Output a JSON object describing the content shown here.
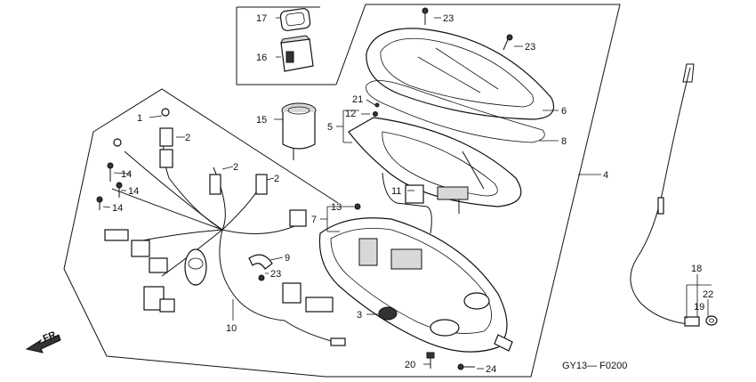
{
  "diagram_code": "GY13— F0200",
  "direction_label": "FR.",
  "callouts": [
    {
      "num": "1"
    },
    {
      "num": "2"
    },
    {
      "num": "2"
    },
    {
      "num": "2"
    },
    {
      "num": "3"
    },
    {
      "num": "4"
    },
    {
      "num": "5"
    },
    {
      "num": "6"
    },
    {
      "num": "7"
    },
    {
      "num": "8"
    },
    {
      "num": "9"
    },
    {
      "num": "10"
    },
    {
      "num": "11"
    },
    {
      "num": "12"
    },
    {
      "num": "13"
    },
    {
      "num": "14"
    },
    {
      "num": "14"
    },
    {
      "num": "14"
    },
    {
      "num": "15"
    },
    {
      "num": "16"
    },
    {
      "num": "17"
    },
    {
      "num": "18"
    },
    {
      "num": "19"
    },
    {
      "num": "20"
    },
    {
      "num": "21"
    },
    {
      "num": "22"
    },
    {
      "num": "23"
    },
    {
      "num": "23"
    },
    {
      "num": "23"
    },
    {
      "num": "24"
    }
  ]
}
